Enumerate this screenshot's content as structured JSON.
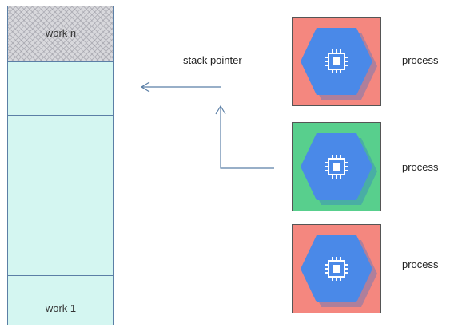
{
  "stack": {
    "top_label": "work n",
    "bottom_label": "work 1"
  },
  "pointer": {
    "label": "stack pointer"
  },
  "processes": [
    {
      "label": "process",
      "tile_color": "#f4877f",
      "icon": "cpu-chip-icon"
    },
    {
      "label": "process",
      "tile_color": "#58cf8d",
      "icon": "cpu-chip-icon"
    },
    {
      "label": "process",
      "tile_color": "#f4877f",
      "icon": "cpu-chip-icon"
    }
  ],
  "colors": {
    "stack_fill": "#d4f6f1",
    "stack_border": "#5b7fa6",
    "hexagon": "#4a89e8",
    "hexagon_shadow": "#2f6fd0",
    "arrow": "#5b7fa6"
  }
}
